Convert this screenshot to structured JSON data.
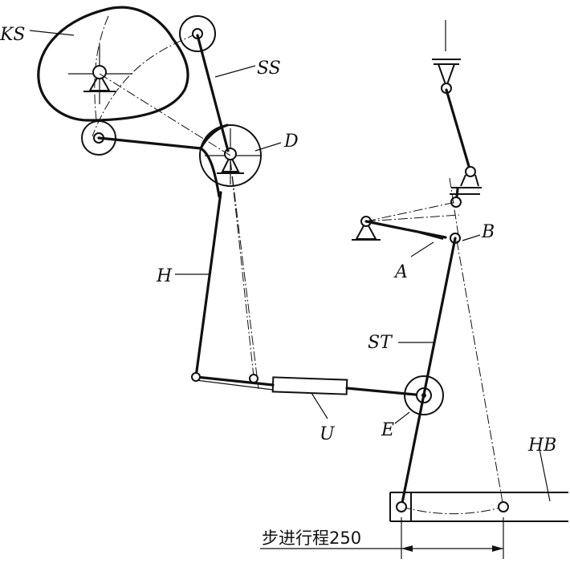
{
  "labels": {
    "ks": "KS",
    "ss": "SS",
    "d": "D",
    "b": "B",
    "a": "A",
    "h": "H",
    "st": "ST",
    "u": "U",
    "e": "E",
    "hb": "HB"
  },
  "dimension": {
    "text": "步进行程250"
  }
}
